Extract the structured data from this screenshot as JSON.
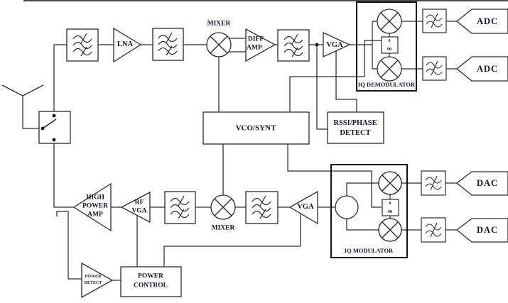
{
  "diagram": {
    "type": "rf-transceiver-block-diagram",
    "colors": {
      "wire": "#2b2b2b",
      "text": "#13132e",
      "background": "#ffffff",
      "emphasis_box": "#111111"
    }
  },
  "blocks": {
    "lna": {
      "label": "LNA"
    },
    "rx_mixer": {
      "label": "MIXER"
    },
    "diff_amp": {
      "line1": "DIFF",
      "line2": "AMP"
    },
    "rx_vga": {
      "label": "VGA"
    },
    "iq_demodulator": {
      "label": "IQ DEMODULATOR",
      "phase_shift_top": "0",
      "phase_shift_bottom": "90"
    },
    "adc_i": {
      "label": "ADC"
    },
    "adc_q": {
      "label": "ADC"
    },
    "vco_synthesizer": {
      "label": "VCO/SYNT"
    },
    "rssi_phase_detect": {
      "line1": "RSSI/PHASE",
      "line2": "DETECT"
    },
    "high_power_amp": {
      "line1": "HIGH",
      "line2": "POWER",
      "line3": "AMP"
    },
    "rf_vga": {
      "line1": "RF",
      "line2": "VGA"
    },
    "tx_mixer": {
      "label": "MIXER"
    },
    "tx_vga": {
      "label": "VGA"
    },
    "iq_modulator": {
      "label": "IQ MODULATOR",
      "phase_shift_top": "0",
      "phase_shift_bottom": "90"
    },
    "dac_i": {
      "label": "DAC"
    },
    "dac_q": {
      "label": "DAC"
    },
    "power_detect": {
      "line1": "POWER",
      "line2": "DETECT"
    },
    "power_control": {
      "line1": "POWER",
      "line2": "CONTROL"
    }
  }
}
